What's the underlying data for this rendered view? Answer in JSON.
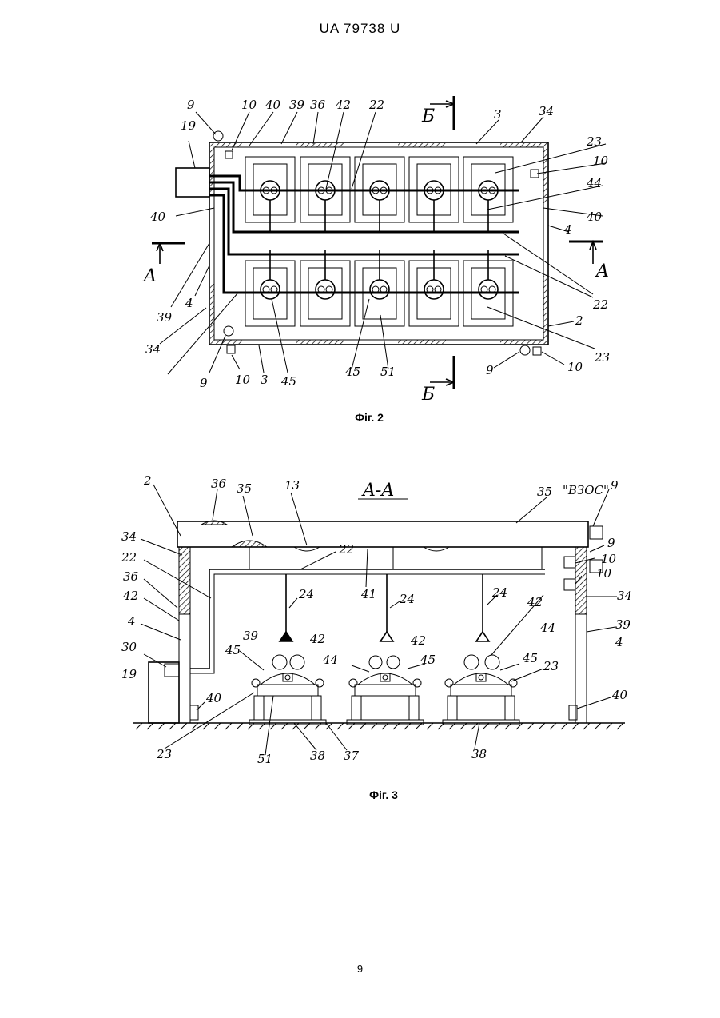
{
  "header": {
    "doc_id": "UA   79738   U"
  },
  "figure2": {
    "caption": "Фіг. 2",
    "labels": [
      "9",
      "10",
      "40",
      "39",
      "36",
      "42",
      "22",
      "3",
      "34",
      "19",
      "23",
      "10",
      "44",
      "40",
      "40",
      "4",
      "A",
      "A",
      "4",
      "39",
      "34",
      "22",
      "2",
      "23",
      "9",
      "10",
      "3",
      "45",
      "45",
      "51",
      "9",
      "10",
      "Б",
      "Б"
    ]
  },
  "figure3": {
    "caption": "Фіг. 3",
    "section_title": "A-A",
    "quote_label": "\"ВЗОС\"",
    "labels": [
      "2",
      "36",
      "35",
      "13",
      "35",
      "9",
      "34",
      "22",
      "41",
      "9",
      "10",
      "22",
      "10",
      "36",
      "24",
      "24",
      "24",
      "34",
      "39",
      "42",
      "42",
      "42",
      "42",
      "39",
      "4",
      "44",
      "4",
      "30",
      "45",
      "44",
      "45",
      "45",
      "23",
      "19",
      "40",
      "40",
      "23",
      "51",
      "38",
      "37",
      "38"
    ]
  },
  "page_number": "9"
}
